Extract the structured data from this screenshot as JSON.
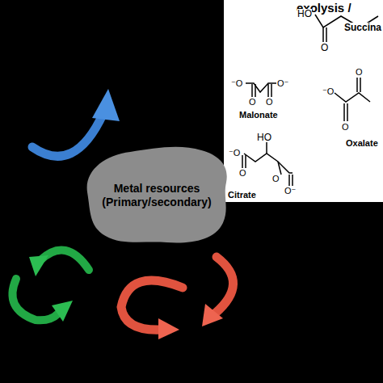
{
  "diagram": {
    "nodes": [
      {
        "text": [
          "Metal resources (Primary/secondary)"
        ]
      }
    ],
    "labels": [
      "exolysis /",
      "HO",
      "O",
      "Succina",
      "⁻O",
      "O⁻",
      "O",
      "O",
      "Malonate",
      "HO",
      "⁻O",
      "O",
      "O",
      "O⁻",
      "Citrate",
      "⁻O",
      "O",
      "O",
      "Oxalate"
    ]
  }
}
